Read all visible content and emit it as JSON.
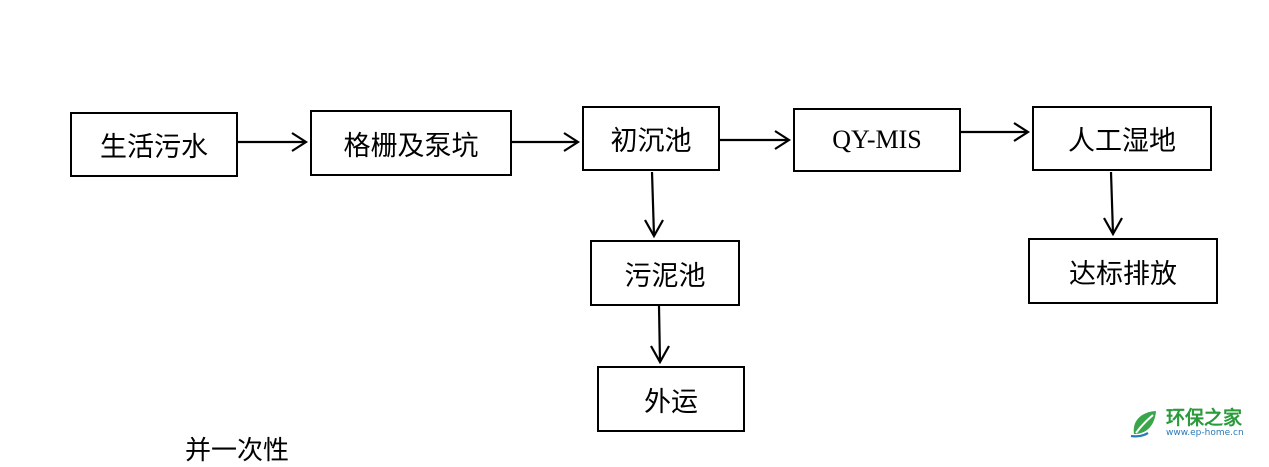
{
  "nodes": {
    "domestic_sewage": "生活污水",
    "grille_pump_pit": "格栅及泵坑",
    "primary_settling_tank": "初沉池",
    "qy_mis": "QY-MIS",
    "constructed_wetland": "人工湿地",
    "sludge_tank": "污泥池",
    "discharge_to_standard": "达标排放",
    "transport_out": "外运"
  },
  "edges": [
    [
      "domestic_sewage",
      "grille_pump_pit"
    ],
    [
      "grille_pump_pit",
      "primary_settling_tank"
    ],
    [
      "primary_settling_tank",
      "qy_mis"
    ],
    [
      "qy_mis",
      "constructed_wetland"
    ],
    [
      "primary_settling_tank",
      "sludge_tank"
    ],
    [
      "constructed_wetland",
      "discharge_to_standard"
    ],
    [
      "sludge_tank",
      "transport_out"
    ]
  ],
  "partial_text": "并一次性",
  "watermark": {
    "title": "环保之家",
    "url": "www.ep-home.cn",
    "colors": {
      "title": "#2a9a3a",
      "url": "#2a7ab8",
      "leaf": "#3aa64a"
    }
  }
}
